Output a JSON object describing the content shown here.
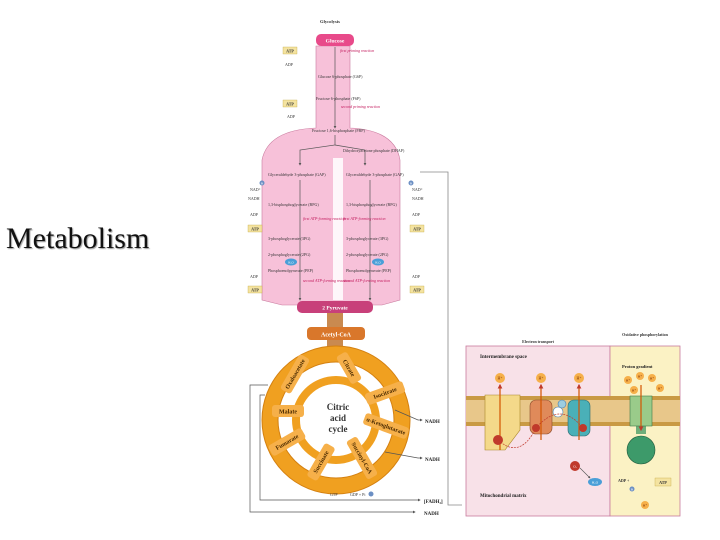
{
  "slide": {
    "title": "Metabolism"
  },
  "glycolysis": {
    "header": "Glycolysis",
    "glucose": "Glucose",
    "atp": "ATP",
    "adp": "ADP",
    "first_priming": "first priming reaction",
    "g6p": "Glucose 6-phosphate (G6P)",
    "f6p": "Fructose 6-phosphate (F6P)",
    "second_priming": "second priming reaction",
    "fbp": "Fructose 1,6-bisphosphate (FBP)",
    "dhap": "Dihydroxyacetone phosphate (DHAP)",
    "gap": "Glyceraldehyde 3-phosphate (GAP)",
    "pi": "Pi",
    "nad": "NAD⁺",
    "nadh": "NADH",
    "bpg": "1,3-bisphosphoglycerate (BPG)",
    "first_atp": "first ATP-forming reaction",
    "pg3": "3-phosphoglycerate (3PG)",
    "pg2": "2-phosphoglycerate (2PG)",
    "h2o": "H₂O",
    "pep": "Phosphoenolpyruvate (PEP)",
    "second_atp": "second ATP-forming reaction",
    "pyruvate": "2 Pyruvate"
  },
  "citric": {
    "acetyl": "Acetyl-CoA",
    "center": [
      "Citric",
      "acid",
      "cycle"
    ],
    "oxaloacetate": "Oxaloacetate",
    "citrate": "Citrate",
    "isocitrate": "Isocitrate",
    "akg": "α-Ketoglutarate",
    "succinyl": "Succinyl-CoA",
    "succinate": "Succinate",
    "fumarate": "Fumarate",
    "malate": "Malate",
    "nadh": "NADH",
    "gtp": "GTP",
    "gdp": "GDP + Pi",
    "fadh2": "[FADH₂]",
    "nadh_bottom": "NADH"
  },
  "oxphos": {
    "electron_transport": "Electron transport",
    "oxidative": "Oxidative phosphorylation",
    "intermembrane": "Intermembrane space",
    "proton_gradient": "Proton gradient",
    "matrix": "Mitochondrial matrix",
    "h": "H⁺",
    "o2": "O₂",
    "h2o": "H₂O",
    "adp": "ADP +",
    "pi": "Pi",
    "atp": "ATP"
  },
  "colors": {
    "glycolysis_fill": "#f7c1d9",
    "glucose": "#e84a8a",
    "pyruvate": "#c8407a",
    "acetyl": "#d9772b",
    "cycle": "#f0a020",
    "membrane_bg": "#f8e1e8",
    "oxphos_bg": "#fbf2c4"
  }
}
